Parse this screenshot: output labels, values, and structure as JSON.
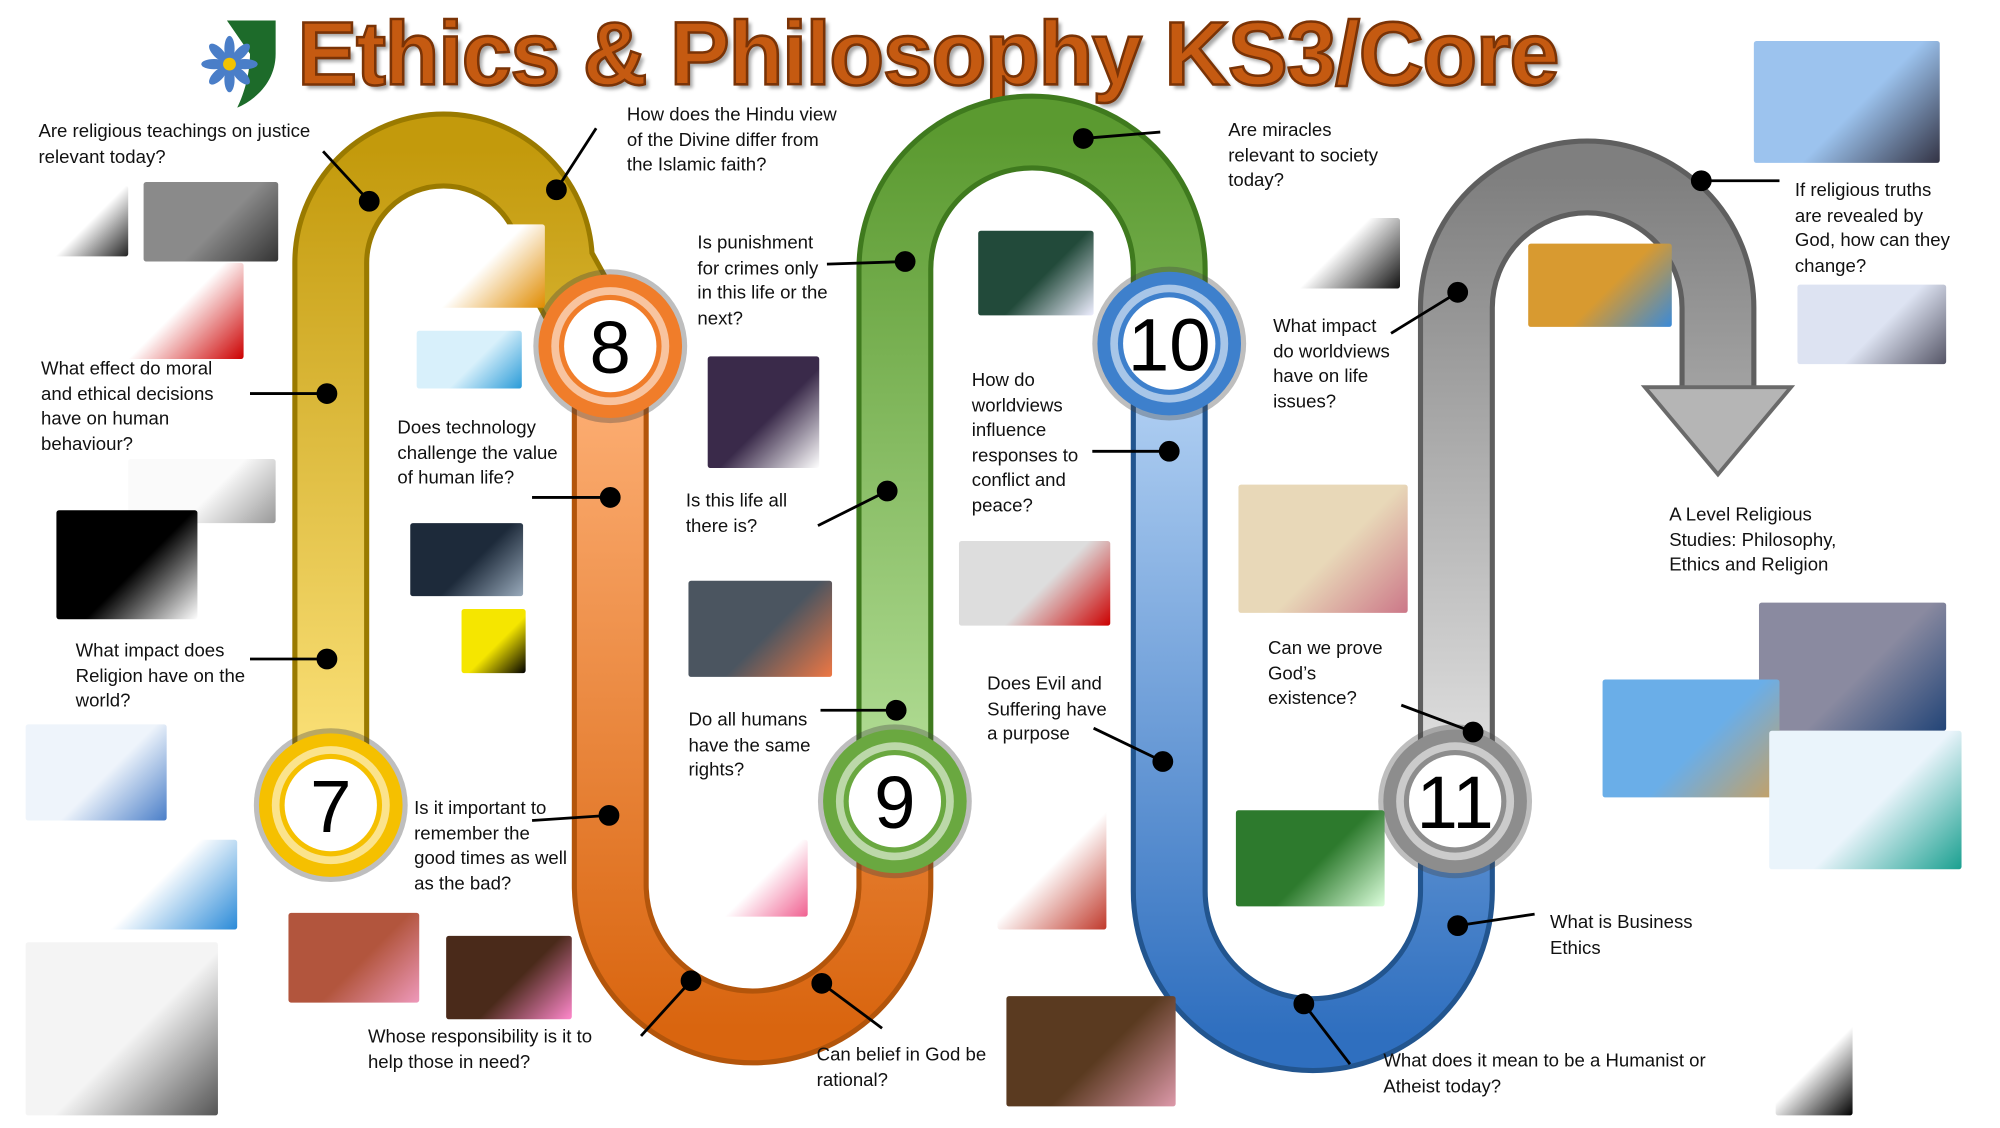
{
  "title": "Ethics & Philosophy KS3/Core",
  "milestones": [
    "7",
    "8",
    "9",
    "10",
    "11"
  ],
  "colors": {
    "title": "#c55a11",
    "year7": "#f5c000",
    "year8": "#f07d2a",
    "year9": "#6aa840",
    "year10": "#3e80cc",
    "year11": "#8d8d8d"
  },
  "questions": [
    "Are religious teachings on justice relevant today?",
    "How does the Hindu view of the Divine differ from the Islamic faith?",
    "Is punishment for crimes only in this life or the next?",
    "Are miracles relevant to society today?",
    "If religious truths are revealed by God, how can they change?",
    "What effect do moral and ethical decisions have on human behaviour?",
    "Does technology challenge the value of human life?",
    "Is this life all there is?",
    "How do worldviews influence responses to conflict and peace?",
    "What impact do worldviews have on life issues?",
    "A Level Religious Studies: Philosophy, Ethics and Religion",
    "What impact does Religion have on the world?",
    "Do all humans have the same rights?",
    "Does Evil and Suffering have a purpose",
    "Can we prove God’s existence?",
    "Is it important to remember the good times as well as the bad?",
    "Whose responsibility is it to help those in need?",
    "Can belief in God be rational?",
    "What is Business Ethics",
    "What does it mean to be a Humanist or Atheist today?"
  ]
}
